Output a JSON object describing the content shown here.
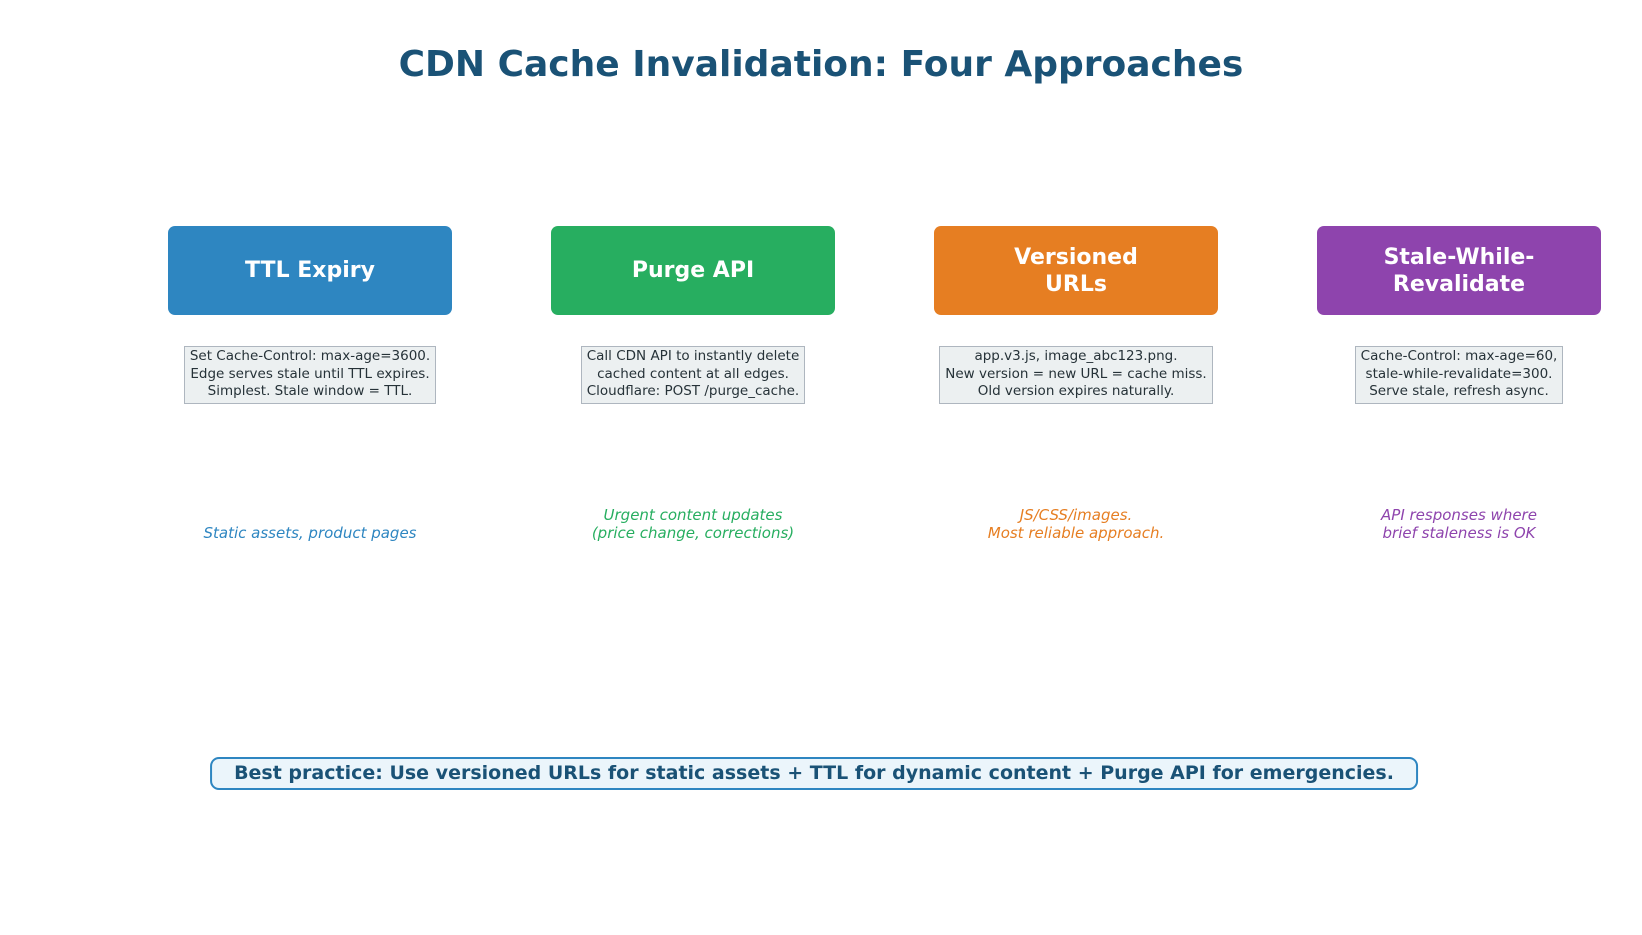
{
  "header": {
    "title": "CDN Cache Invalidation: Four Approaches"
  },
  "palette": {
    "title_color": "#1A5276",
    "desc_box_bg": "#ECF0F1",
    "desc_box_border": "#AEB6BF",
    "desc_text_color": "#263238",
    "best_practice_bg": "#EBF5FB",
    "best_practice_border": "#2E86C1",
    "best_practice_text_color": "#1A5276"
  },
  "columns": [
    {
      "id": "ttl-expiry",
      "label": "TTL Expiry",
      "color": "#2E86C1",
      "description": "Set Cache-Control: max-age=3600.\nEdge serves stale until TTL expires.\nSimplest. Stale window = TTL.",
      "use_case": "Static assets, product pages"
    },
    {
      "id": "purge-api",
      "label": "Purge API",
      "color": "#27AE60",
      "description": "Call CDN API to instantly delete\ncached content at all edges.\nCloudflare: POST /purge_cache.",
      "use_case": "Urgent content updates\n(price change, corrections)"
    },
    {
      "id": "versioned-urls",
      "label": "Versioned\nURLs",
      "color": "#E67E22",
      "description": "app.v3.js, image_abc123.png.\nNew version = new URL = cache miss.\nOld version expires naturally.",
      "use_case": "JS/CSS/images.\nMost reliable approach."
    },
    {
      "id": "stale-while-revalidate",
      "label": "Stale-While-\nRevalidate",
      "color": "#8E44AD",
      "description": "Cache-Control: max-age=60,\nstale-while-revalidate=300.\nServe stale, refresh async.",
      "use_case": "API responses where\nbrief staleness is OK"
    }
  ],
  "best_practice": {
    "text": "Best practice: Use versioned URLs for static assets + TTL for dynamic content + Purge API for emergencies."
  }
}
